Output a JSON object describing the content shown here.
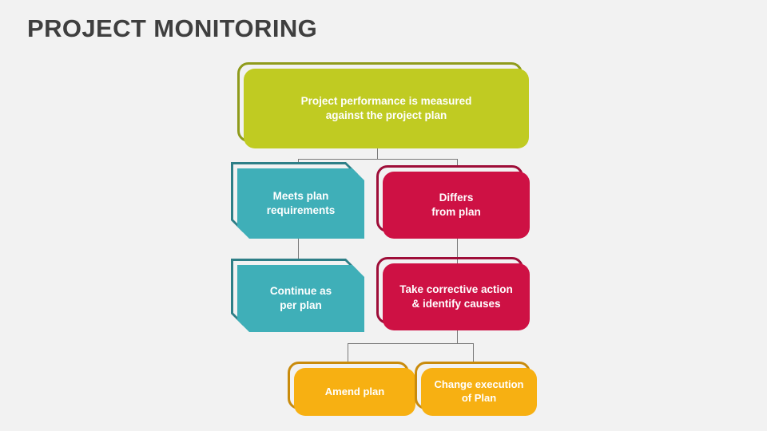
{
  "slide": {
    "title": "PROJECT MONITORING",
    "background_color": "#F2F2F2",
    "title_color": "#3F3F3F"
  },
  "diagram": {
    "type": "flowchart",
    "nodes": [
      {
        "id": "measure",
        "label": "Project performance is measured\nagainst the project plan",
        "level": 1,
        "fill_color": "#C0CB22",
        "outline_color": "#8F9B1B",
        "shape": "rounded-rectangle"
      },
      {
        "id": "meets",
        "label": "Meets plan\nrequirements",
        "level": 2,
        "fill_color": "#3FAFB8",
        "outline_color": "#2E7F87",
        "shape": "chamfered-rectangle"
      },
      {
        "id": "differs",
        "label": "Differs\nfrom plan",
        "level": 2,
        "fill_color": "#CE1144",
        "outline_color": "#9E0D38",
        "shape": "rounded-rectangle"
      },
      {
        "id": "continue",
        "label": "Continue as\nper plan",
        "level": 3,
        "fill_color": "#3FAFB8",
        "outline_color": "#2E7F87",
        "shape": "chamfered-rectangle"
      },
      {
        "id": "corrective",
        "label": "Take corrective action\n& identify causes",
        "level": 3,
        "fill_color": "#CE1144",
        "outline_color": "#9E0D38",
        "shape": "rounded-rectangle"
      },
      {
        "id": "amend",
        "label": "Amend plan",
        "level": 4,
        "fill_color": "#F7B012",
        "outline_color": "#C98B0C",
        "shape": "rounded-rectangle"
      },
      {
        "id": "change",
        "label": "Change execution\nof Plan",
        "level": 4,
        "fill_color": "#F7B012",
        "outline_color": "#C98B0C",
        "shape": "rounded-rectangle"
      }
    ],
    "edges": [
      {
        "from": "measure",
        "to": "meets"
      },
      {
        "from": "measure",
        "to": "differs"
      },
      {
        "from": "meets",
        "to": "continue"
      },
      {
        "from": "differs",
        "to": "corrective"
      },
      {
        "from": "corrective",
        "to": "amend"
      },
      {
        "from": "corrective",
        "to": "change"
      }
    ],
    "connector_color": "#7A7A7A"
  }
}
